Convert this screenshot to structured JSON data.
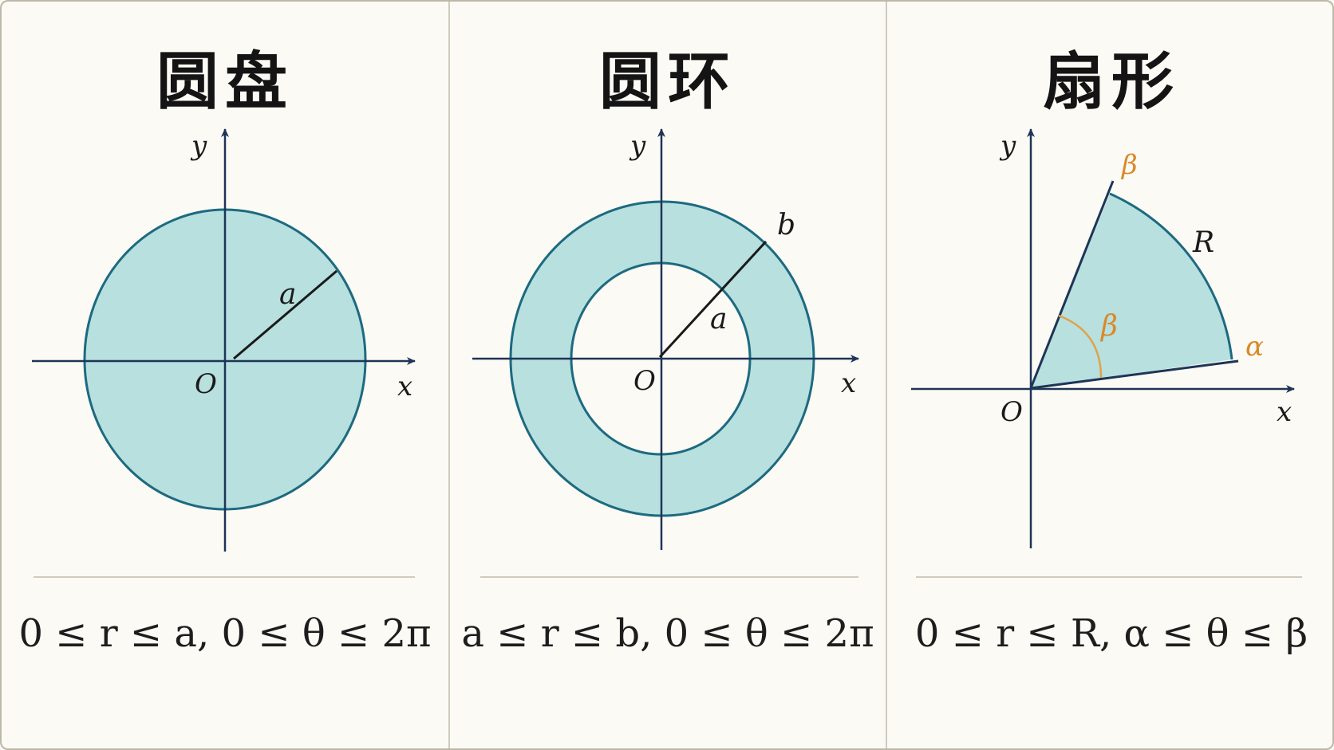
{
  "colors": {
    "fill": "#b7e0df",
    "stroke": "#1d6a80",
    "axis": "#1d3557",
    "accent": "#d88a2b",
    "text": "#1a1a1a"
  },
  "panels": [
    {
      "title": "圆盘",
      "formula": "0 ≤ r ≤ a,  0 ≤ θ ≤ 2π",
      "labels": {
        "x": "x",
        "y": "y",
        "origin": "O",
        "radius": "a"
      }
    },
    {
      "title": "圆环",
      "formula": "a ≤ r ≤ b,  0 ≤ θ ≤ 2π",
      "labels": {
        "x": "x",
        "y": "y",
        "origin": "O",
        "inner": "a",
        "outer": "b"
      }
    },
    {
      "title": "扇形",
      "formula": "0 ≤ r ≤ R,  α ≤ θ ≤ β",
      "labels": {
        "x": "x",
        "y": "y",
        "origin": "O",
        "radius": "R",
        "alpha": "α",
        "beta": "β",
        "angle": "β"
      }
    }
  ]
}
